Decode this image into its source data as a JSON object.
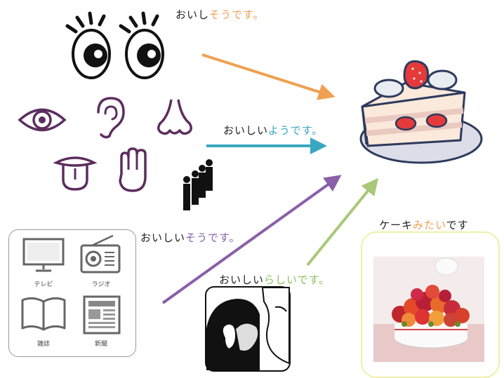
{
  "phrases": {
    "sou_look": {
      "prefix": "おいし",
      "highlight": "そうです。",
      "highlight_color": "#f0a050"
    },
    "you": {
      "prefix": "おいしい",
      "highlight": "ようです。",
      "highlight_color": "#3aa7c0"
    },
    "sou_hearsay": {
      "prefix": "おいしい",
      "highlight": "そうです。",
      "highlight_color": "#8a5fa8"
    },
    "rashii": {
      "prefix": "おいしい",
      "highlight": "らしいです。",
      "highlight_color": "#8cc05a"
    },
    "mitai": {
      "prefix": "ケーキ",
      "highlight": "みたい",
      "suffix": "です",
      "highlight_color": "#f0a050"
    }
  },
  "media": {
    "tv": "テレビ",
    "radio": "ラジオ",
    "magazine": "雑誌",
    "newspaper": "新聞"
  },
  "icons": [
    "eyes-icon",
    "eye-icon",
    "ear-icon",
    "nose-icon",
    "tongue-icon",
    "hand-icon",
    "people-queue-icon",
    "cake-icon",
    "whisper-icon",
    "flower-arrangement-image"
  ],
  "colors": {
    "orange_arrow": "#f0a050",
    "teal_arrow": "#3aa7c0",
    "purple_arrow": "#8a5fa8",
    "green_arrow": "#a8c878",
    "sense_icons": "#5c2d5e"
  }
}
